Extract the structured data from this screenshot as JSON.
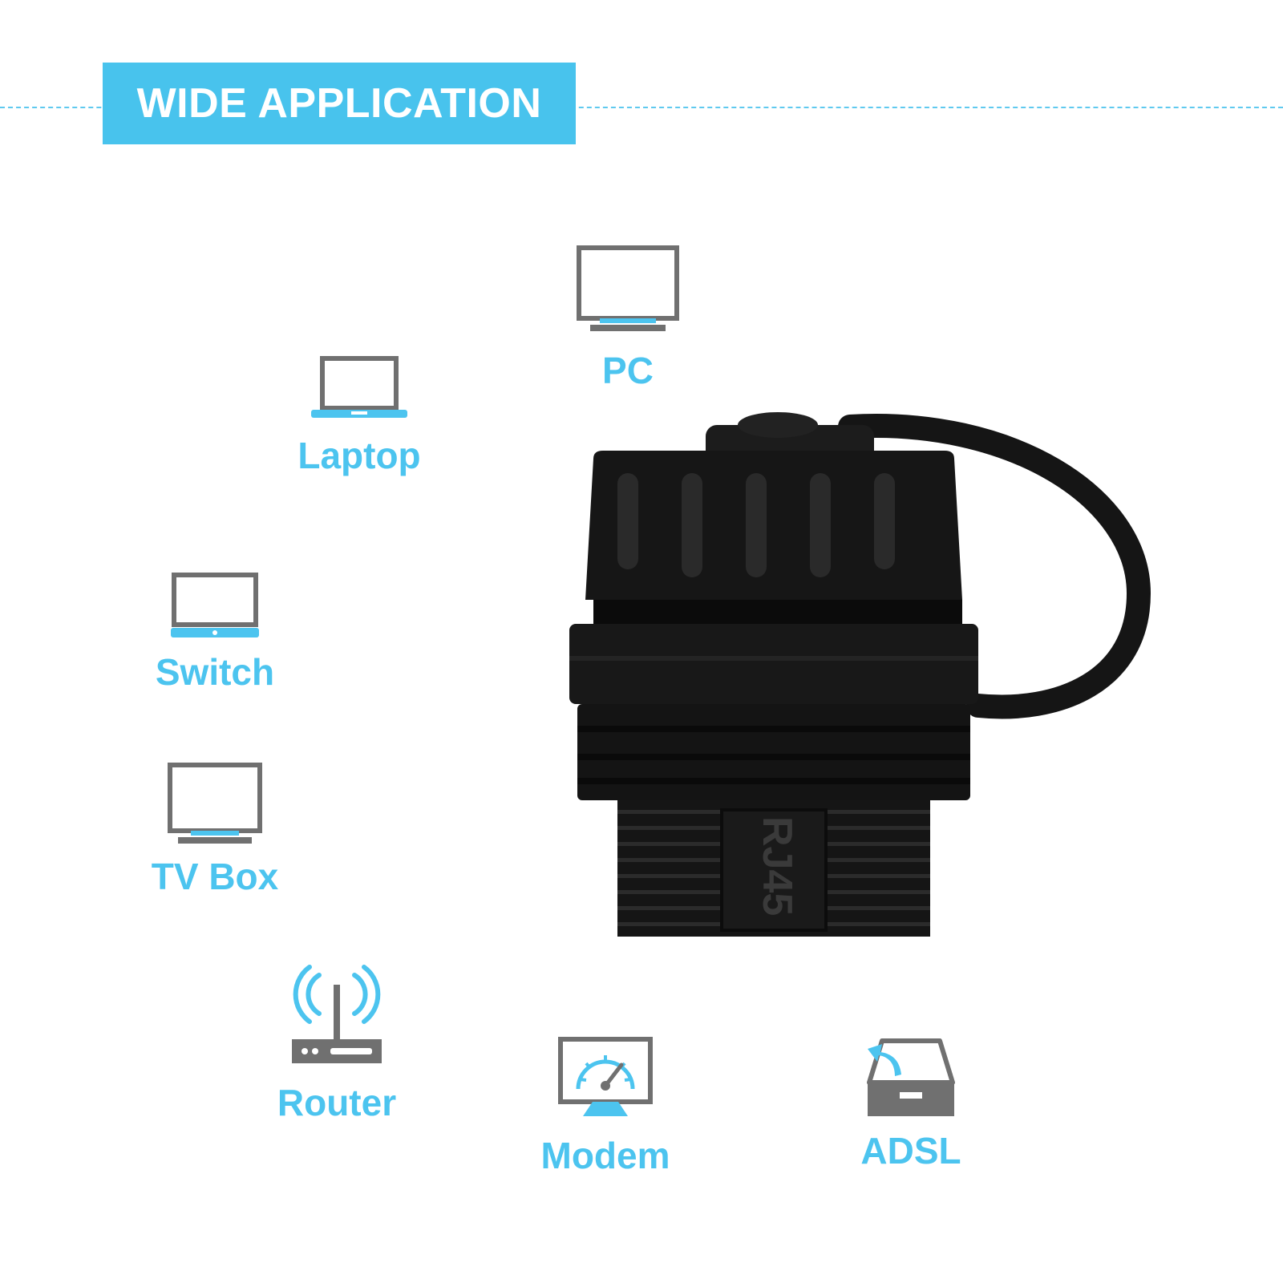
{
  "banner": {
    "title": "WIDE APPLICATION"
  },
  "colors": {
    "accent": "#48c3ed",
    "icon_gray": "#707070",
    "product_black": "#151515"
  },
  "devices": [
    {
      "label": "PC",
      "icon": "monitor-icon"
    },
    {
      "label": "Laptop",
      "icon": "laptop-icon"
    },
    {
      "label": "Switch",
      "icon": "switch-icon"
    },
    {
      "label": "TV Box",
      "icon": "tv-icon"
    },
    {
      "label": "Router",
      "icon": "router-icon"
    },
    {
      "label": "Modem",
      "icon": "modem-icon"
    },
    {
      "label": "ADSL",
      "icon": "adsl-icon"
    }
  ],
  "product": {
    "marking": "RJ45"
  }
}
